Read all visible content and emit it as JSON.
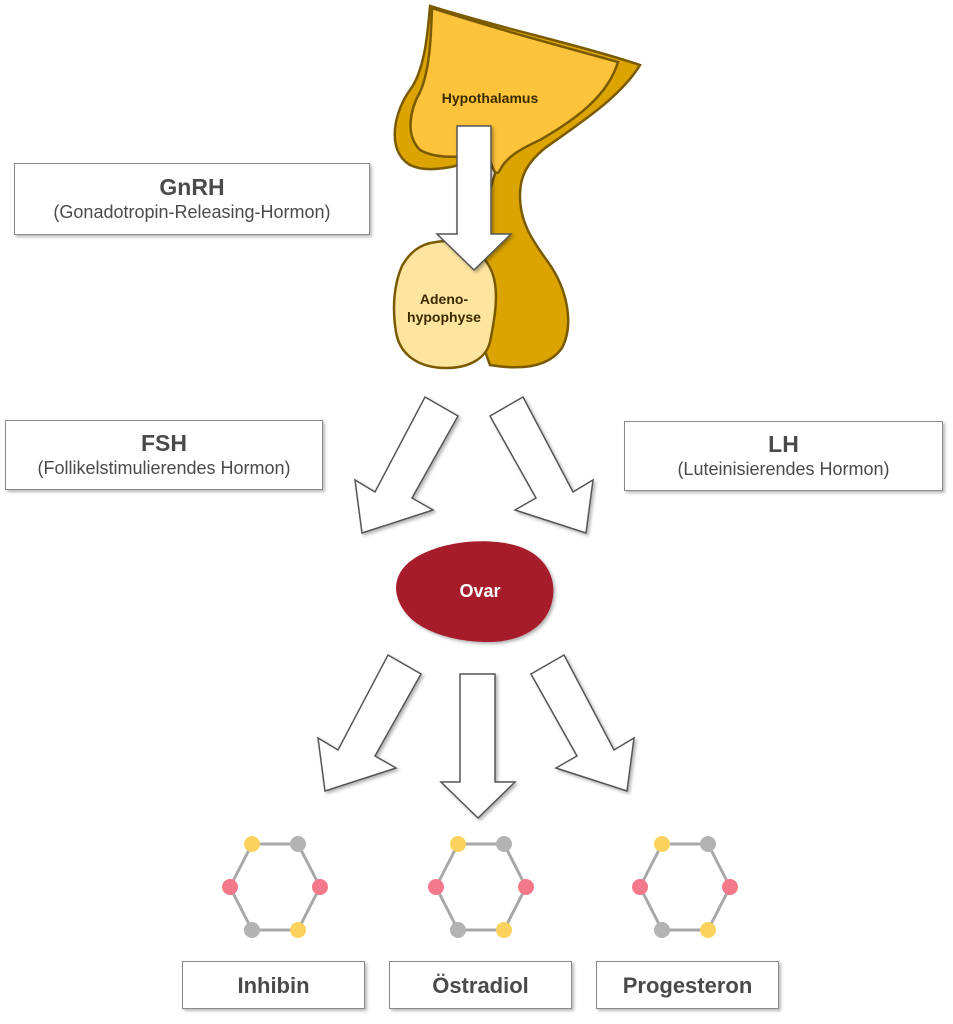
{
  "hypothalamus": {
    "label": "Hypothalamus"
  },
  "adenohypophyse": {
    "line1": "Adeno-",
    "line2": "hypophyse"
  },
  "ovar": {
    "label": "Ovar"
  },
  "gnrh": {
    "title": "GnRH",
    "subtitle": "(Gonadotropin-Releasing-Hormon)"
  },
  "fsh": {
    "title": "FSH",
    "subtitle": "(Follikelstimulierendes Hormon)"
  },
  "lh": {
    "title": "LH",
    "subtitle": "(Luteinisierendes Hormon)"
  },
  "products": [
    {
      "label": "Inhibin"
    },
    {
      "label": "Östradiol"
    },
    {
      "label": "Progesteron"
    }
  ],
  "colors": {
    "hypothalamus_fill": "#fdc33a",
    "pituitary_dark": "#dba400",
    "organ_outline": "#7a5a00",
    "adeno_fill": "#fde5a0",
    "ovar_fill": "#a61c2c",
    "atom_yellow": "#fbd25e",
    "atom_gray": "#b3b3b3",
    "atom_pink": "#f2788a",
    "bond": "#a8a8a8",
    "arrow_outline": "#555555"
  }
}
